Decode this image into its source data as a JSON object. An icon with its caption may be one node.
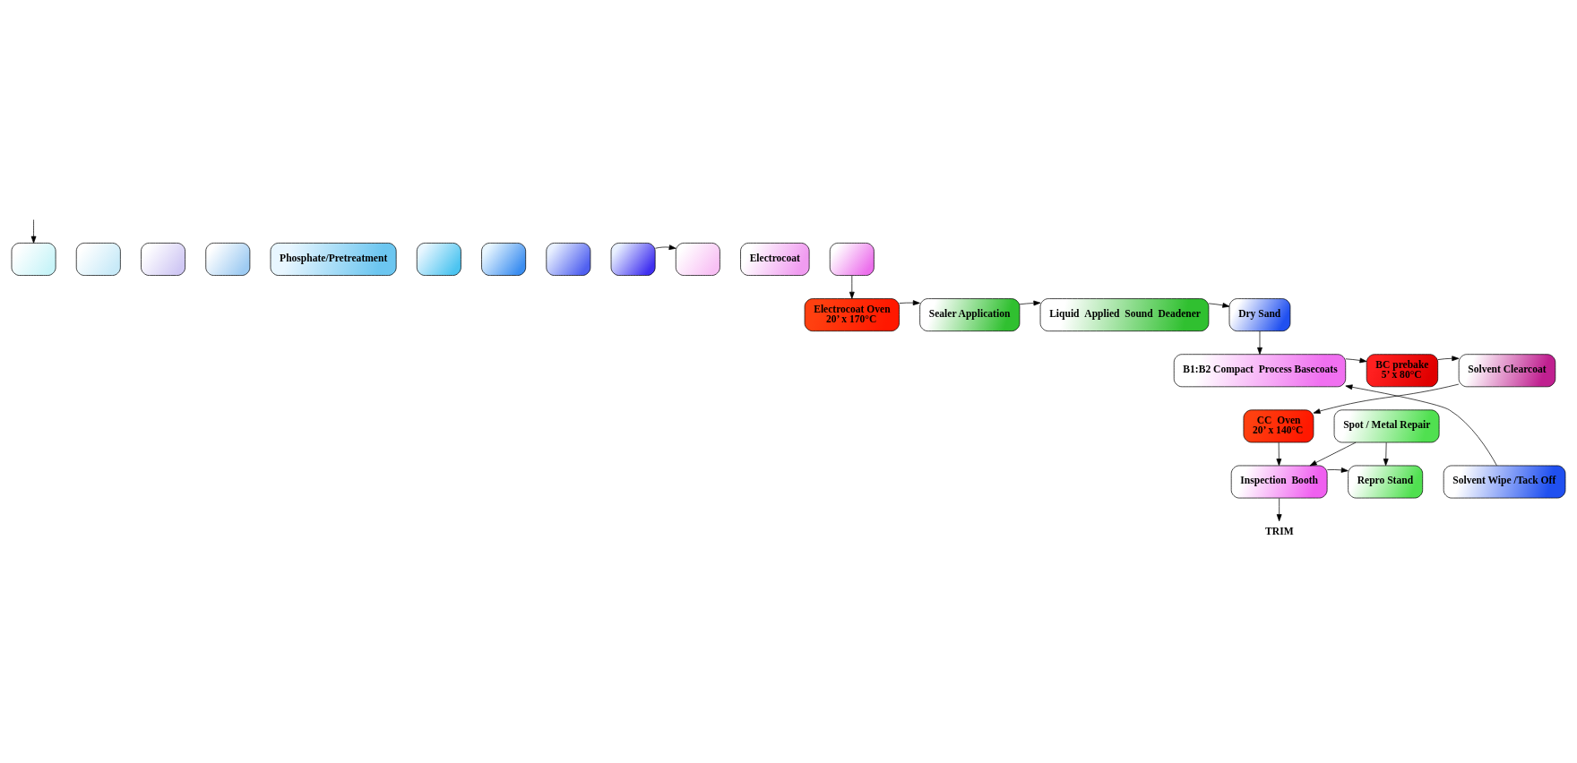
{
  "diagram": {
    "nodes": [
      {
        "text": [],
        "shape": "box"
      },
      {
        "text": [],
        "shape": "box"
      },
      {
        "text": [],
        "shape": "box"
      },
      {
        "text": [],
        "shape": "box"
      },
      {
        "text": [
          "Phosphate/Pretreatment"
        ]
      },
      {
        "text": [],
        "shape": "box"
      },
      {
        "text": [],
        "shape": "box"
      },
      {
        "text": [],
        "shape": "box"
      },
      {
        "text": [],
        "shape": "box"
      },
      {
        "text": [],
        "shape": "box"
      },
      {
        "text": [
          "Electrocoat"
        ]
      },
      {
        "text": [],
        "shape": "box"
      },
      {
        "text": [
          "Electrocoat Oven",
          "20’ x 170°C"
        ]
      },
      {
        "text": [
          "Sealer Application"
        ]
      },
      {
        "text": [
          "Liquid  Applied  Sound  Deadener"
        ]
      },
      {
        "text": [
          "Dry Sand"
        ]
      },
      {
        "text": [
          "B1:B2 Compact  Process Basecoats"
        ]
      },
      {
        "text": [
          "BC prebake",
          "5’ x 80°C"
        ]
      },
      {
        "text": [
          "Solvent Clearcoat"
        ]
      },
      {
        "text": [
          "CC  Oven",
          "20’ x 140°C"
        ]
      },
      {
        "text": [
          "Spot / Metal Repair"
        ]
      },
      {
        "text": [
          "Inspection  Booth"
        ]
      },
      {
        "text": [
          "Repro Stand"
        ]
      },
      {
        "text": [
          "Solvent Wipe /Tack Off"
        ]
      },
      {
        "text": [
          "TRIM"
        ]
      }
    ],
    "edges": [
      {
        "from": null,
        "to": 0,
        "arrow": "to"
      },
      {
        "from": 8,
        "to": 9,
        "arrow": "to"
      },
      {
        "from": 11,
        "to": 12,
        "arrow": "to"
      },
      {
        "from": 12,
        "to": 13,
        "arrow": "to"
      },
      {
        "from": 13,
        "to": 14,
        "arrow": "to"
      },
      {
        "from": 14,
        "to": 15,
        "arrow": "to"
      },
      {
        "from": 15,
        "to": 16,
        "arrow": "to"
      },
      {
        "from": 23,
        "to": 16,
        "arrow": "to"
      },
      {
        "from": 16,
        "to": 17,
        "arrow": "to"
      },
      {
        "from": 17,
        "to": 18,
        "arrow": "to"
      },
      {
        "from": 18,
        "to": 19,
        "arrow": "to"
      },
      {
        "from": 19,
        "to": 21,
        "arrow": "to"
      },
      {
        "from": 20,
        "to": 21,
        "arrow": "to"
      },
      {
        "from": 21,
        "to": 22,
        "arrow": "to"
      },
      {
        "from": 20,
        "to": 22,
        "arrow": "to"
      },
      {
        "from": 21,
        "to": 24,
        "arrow": "to"
      }
    ]
  }
}
